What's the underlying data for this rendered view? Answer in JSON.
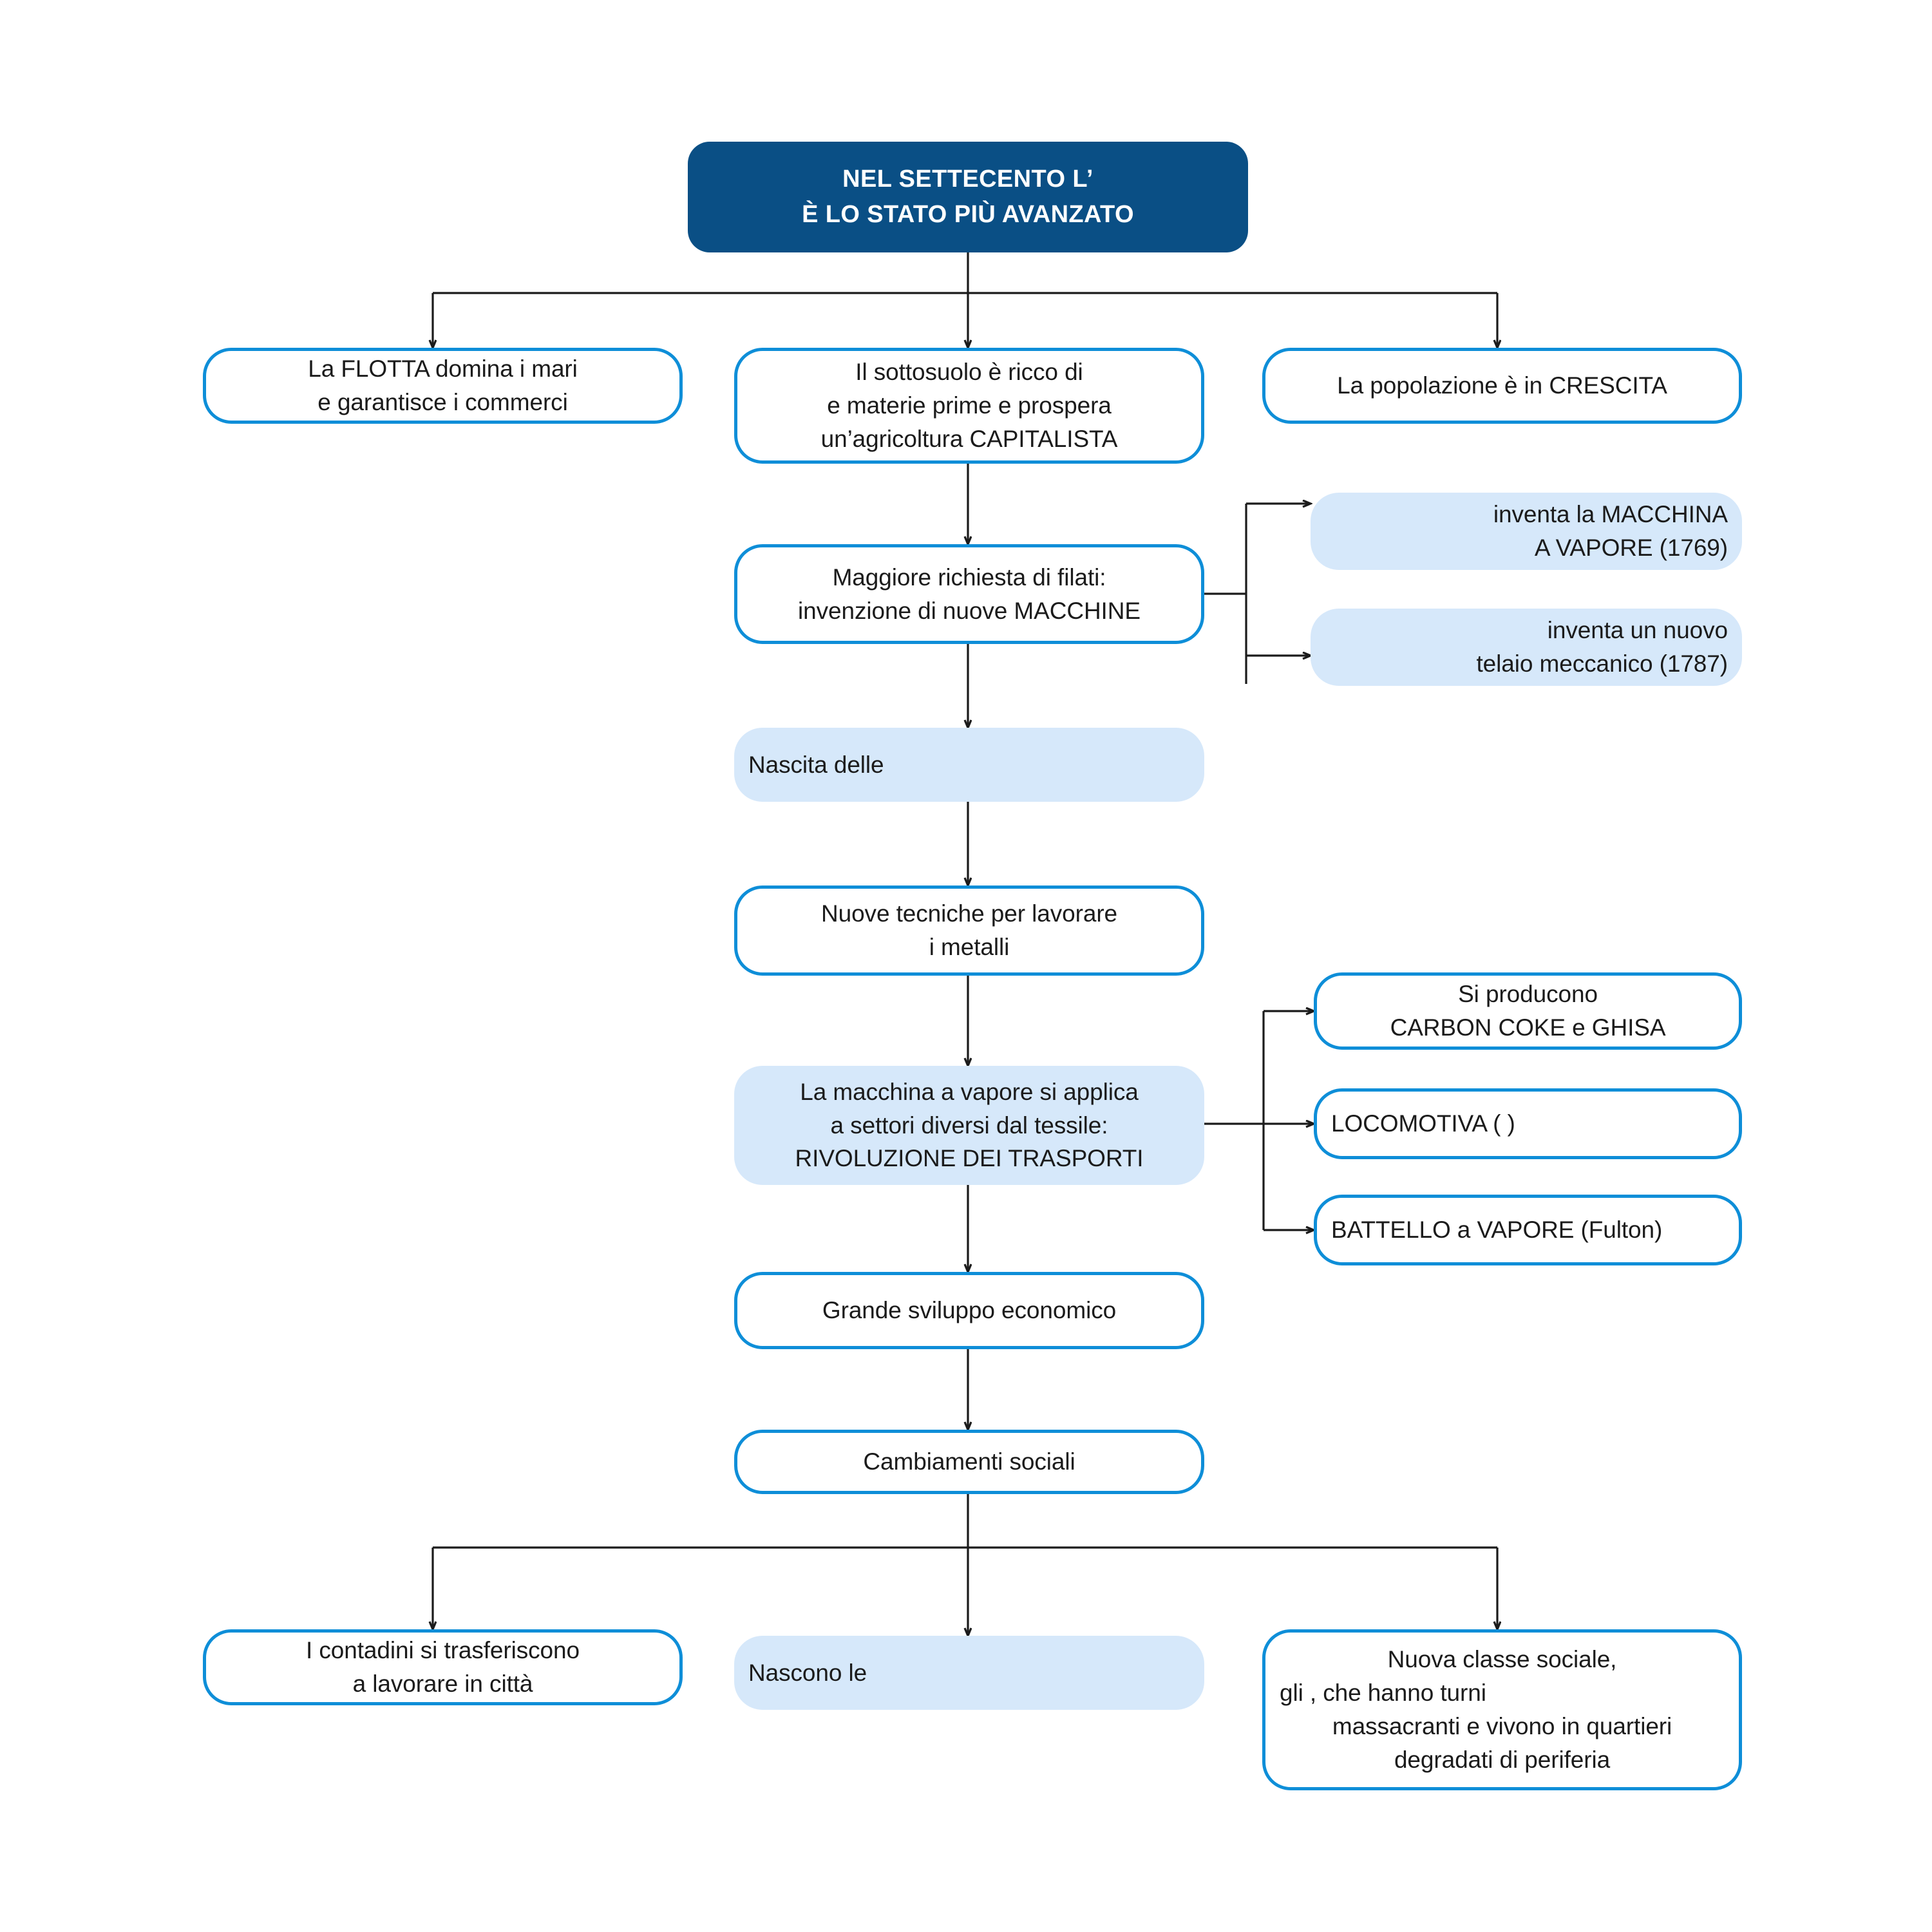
{
  "diagram": {
    "title_box": {
      "lines": [
        "NEL SETTECENTO L’",
        "È LO STATO PIÙ AVANZATO"
      ]
    },
    "colors": {
      "header_fill": "#0a4f85",
      "outline_border": "#0e8ed8",
      "soft_fill": "#d6e8fa",
      "connector": "#1b1b1b",
      "text": "#1b1b1b",
      "background": "#ffffff"
    },
    "nodes": [
      {
        "id": "flotta",
        "lines": [
          "La FLOTTA domina i mari",
          "e garantisce i commerci"
        ]
      },
      {
        "id": "sottosuolo",
        "lines": [
          "Il sottosuolo è ricco di",
          "e materie prime e prospera",
          "un’agricoltura CAPITALISTA"
        ]
      },
      {
        "id": "popolazione",
        "lines": [
          "La popolazione è in CRESCITA"
        ]
      },
      {
        "id": "filati",
        "lines": [
          "Maggiore richiesta di filati:",
          "invenzione di nuove MACCHINE"
        ]
      },
      {
        "id": "macchina-vapore-1769",
        "lines": [
          "inventa la MACCHINA",
          "A VAPORE (1769)"
        ]
      },
      {
        "id": "telaio-1787",
        "lines": [
          "inventa un nuovo",
          "telaio meccanico (1787)"
        ]
      },
      {
        "id": "nascita",
        "lines": [
          "Nascita delle"
        ]
      },
      {
        "id": "metalli",
        "lines": [
          "Nuove tecniche per lavorare",
          "i metalli"
        ]
      },
      {
        "id": "trasporti",
        "lines": [
          "La macchina a vapore si applica",
          "a settori diversi dal tessile:",
          "RIVOLUZIONE DEI TRASPORTI"
        ]
      },
      {
        "id": "coke-ghisa",
        "lines": [
          "Si producono",
          "CARBON COKE e GHISA"
        ]
      },
      {
        "id": "locomotiva",
        "lines": [
          "LOCOMOTIVA (                                  )"
        ]
      },
      {
        "id": "battello",
        "lines": [
          "BATTELLO a VAPORE (Fulton)"
        ]
      },
      {
        "id": "sviluppo",
        "lines": [
          "Grande sviluppo economico"
        ]
      },
      {
        "id": "cambiamenti",
        "lines": [
          "Cambiamenti sociali"
        ]
      },
      {
        "id": "contadini",
        "lines": [
          "I contadini si trasferiscono",
          "a lavorare in città"
        ]
      },
      {
        "id": "nascono",
        "lines": [
          "Nascono le"
        ]
      },
      {
        "id": "classe",
        "lines": [
          "Nuova classe sociale,",
          "gli                                    , che hanno turni",
          "massacranti e vivono in quartieri",
          "degradati di periferia"
        ]
      }
    ]
  }
}
